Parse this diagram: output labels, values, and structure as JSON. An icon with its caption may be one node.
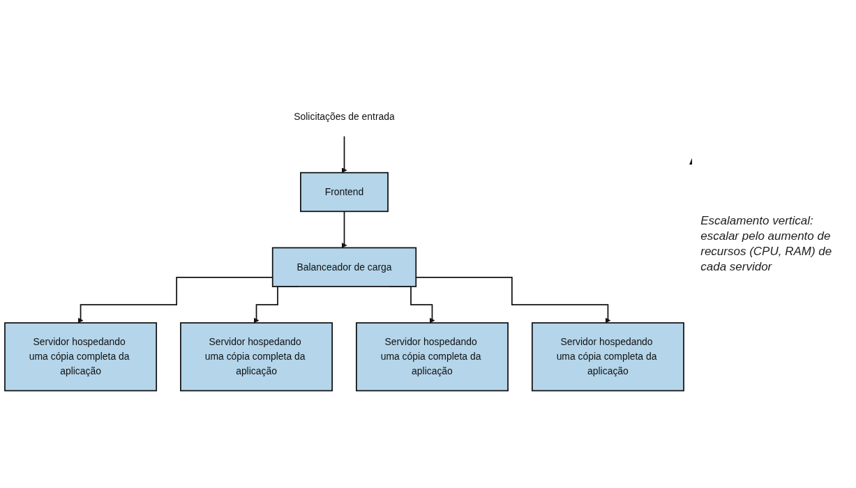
{
  "diagram": {
    "nodes": [
      {
        "text": [
          "Solicitações de entrada"
        ]
      },
      {
        "text": [
          "Frontend"
        ]
      },
      {
        "text": [
          "Balanceador de carga"
        ]
      },
      {
        "text": [
          "Servidor hospedando uma cópia completa da aplicação"
        ]
      },
      {
        "text": [
          "Servidor hospedando uma cópia completa da aplicação"
        ]
      },
      {
        "text": [
          "Servidor hospedando uma cópia completa da aplicação"
        ]
      },
      {
        "text": [
          "Servidor hospedando uma cópia completa da aplicação"
        ]
      }
    ],
    "edges": [
      {
        "from": 0,
        "to": 1,
        "arrow": "to"
      },
      {
        "from": 1,
        "to": 2,
        "arrow": "to"
      },
      {
        "from": 2,
        "to": 3,
        "arrow": "to"
      },
      {
        "from": 2,
        "to": 4,
        "arrow": "to"
      },
      {
        "from": 2,
        "to": 5,
        "arrow": "to"
      },
      {
        "from": 2,
        "to": 6,
        "arrow": "to"
      }
    ],
    "labels": [
      "Escalamento vertical: escalar pelo aumento de recursos (CPU, RAM) de cada servidor"
    ]
  }
}
